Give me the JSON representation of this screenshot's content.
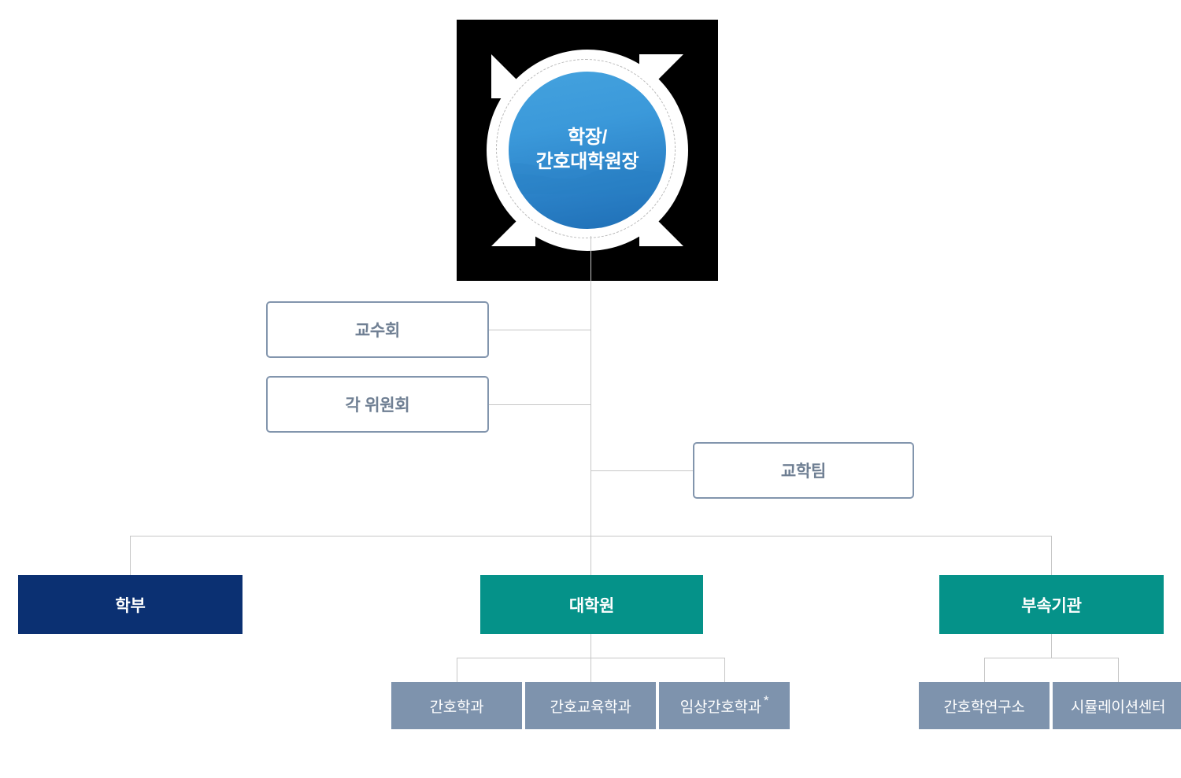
{
  "root": {
    "label": "학장/\n간호대학원장",
    "icon": "root-circle-badge",
    "circle_color_top": "#44a2de",
    "circle_color_bottom": "#1f6fb6",
    "frame_color": "#000000",
    "ring_color": "#ffffff"
  },
  "staff_boxes": [
    {
      "label": "교수회",
      "side": "left"
    },
    {
      "label": "각 위원회",
      "side": "left"
    },
    {
      "label": "교학팀",
      "side": "right"
    }
  ],
  "divisions": [
    {
      "label": "학부",
      "color": "#0b3072",
      "children": []
    },
    {
      "label": "대학원",
      "color": "#059289",
      "children": [
        {
          "label": "간호학과",
          "note": ""
        },
        {
          "label": "간호교육학과",
          "note": ""
        },
        {
          "label": "임상간호학과",
          "note": "*"
        }
      ]
    },
    {
      "label": "부속기관",
      "color": "#059289",
      "children": [
        {
          "label": "간호학연구소",
          "note": ""
        },
        {
          "label": "시뮬레이션센터",
          "note": ""
        }
      ]
    }
  ],
  "colors": {
    "line": "#c6c6c6",
    "outline_border": "#8295ad",
    "outline_text": "#6f7f93",
    "leaf_bg": "#7e93ad",
    "navy": "#0b3072",
    "teal": "#059289"
  }
}
